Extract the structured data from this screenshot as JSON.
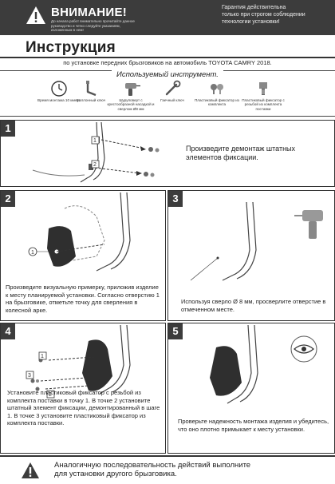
{
  "header": {
    "warning_title": "ВНИМАНИЕ!",
    "warning_sub": "До начала работ внимательно прочитайте данное руководство и четко следуйте указаниям, изложенным в нем!",
    "guarantee_line1": "Гарантия действительна",
    "guarantee_line2": "только при строгом соблюдении",
    "guarantee_line3": "технологии установки!"
  },
  "title": "Инструкция",
  "subtitle": "по установке передних брызговиков на автомобиль TOYOTA CAMRY 2018.",
  "tools": {
    "heading": "Используемый инструмент.",
    "items": [
      {
        "icon": "clock-icon",
        "label": "Время монтажа 10 минут"
      },
      {
        "icon": "hex-key-icon",
        "label": "Баллонный ключ"
      },
      {
        "icon": "screwdriver-icon",
        "label": "Шуруповерт с крестообразной насадкой и сверлом Ø8 мм"
      },
      {
        "icon": "wrench-icon",
        "label": "Гаечный ключ"
      },
      {
        "icon": "plastic-clip-icon",
        "label": "Пластиковый фиксатор из комплекта"
      },
      {
        "icon": "threaded-clip-icon",
        "label": "Пластиковый фиксатор с резьбой из комплекта поставки"
      }
    ]
  },
  "steps": [
    {
      "num": "1",
      "text": "Произведите демонтаж штатных элементов фиксации."
    },
    {
      "num": "2",
      "text": "Произведите визуальную примерку, приложив изделие к месту планируемой установки. Согласно отверстию 1 на брызговике, отметьте точку для сверления в колесной арке."
    },
    {
      "num": "3",
      "text": "Используя сверло Ø 8 мм, просверлите отверстие в отмеченном месте."
    },
    {
      "num": "4",
      "text": "Установите пластиковый фиксатор с резьбой из комплекта поставки в точку 1. В точке 2 установите штатный элемент фиксации, демонтированный в шаге 1. В точке 3 установите пластиковый фиксатор из комплекта поставки."
    },
    {
      "num": "5",
      "text": "Проверьте надежность монтажа изделия и убедитесь, что оно плотно примыкает к месту установки."
    }
  ],
  "footer": {
    "line1": "Аналогичную последовательность действий выполните",
    "line2": "для установки другого брызговика."
  },
  "colors": {
    "dark": "#3c3c3c",
    "accent": "#ffffff"
  }
}
